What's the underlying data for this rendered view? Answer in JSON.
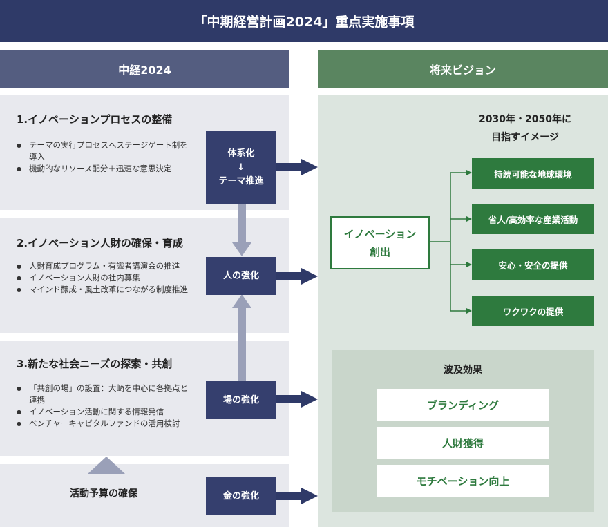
{
  "title": "「中期経営計画2024」重点実施事項",
  "left_header": "中経2024",
  "right_header": "将来ビジョン",
  "sections": [
    {
      "title": "1.イノベーションプロセスの整備",
      "bullets": [
        "テーマの実行プロセスへステージゲート制を導入",
        "機動的なリソース配分＋迅速な意思決定"
      ]
    },
    {
      "title": "2.イノベーション人財の確保・育成",
      "bullets": [
        "人財育成プログラム・有識者講演会の推進",
        "イノベーション人財の社内募集",
        "マインド醸成・風土改革につながる制度推進"
      ]
    },
    {
      "title": "3.新たな社会ニーズの探索・共創",
      "bullets": [
        "「共創の場」の設置：大崎を中心に各拠点と連携",
        "イノベーション活動に関する情報発信",
        "ベンチャーキャピタルファンドの活用検討"
      ]
    }
  ],
  "budget_label": "活動予算の確保",
  "boxes": {
    "system_top": "体系化",
    "system_arrow": "↓",
    "system_bottom": "テーマ推進",
    "people": "人の強化",
    "place": "場の強化",
    "money": "金の強化"
  },
  "vision": {
    "heading_line1": "2030年・2050年に",
    "heading_line2": "目指すイメージ",
    "innovation_line1": "イノベーション",
    "innovation_line2": "創出",
    "goals": [
      "持続可能な地球環境",
      "省人/高効率な産業活動",
      "安心・安全の提供",
      "ワクワクの提供"
    ]
  },
  "ripple": {
    "heading": "波及効果",
    "items": [
      "ブランディング",
      "人財獲得",
      "モチベーション向上"
    ]
  },
  "colors": {
    "navy": "#2f3a68",
    "box_navy": "#353f6e",
    "green": "#2e7a3e",
    "gray_arrow": "#9aa0b8"
  }
}
